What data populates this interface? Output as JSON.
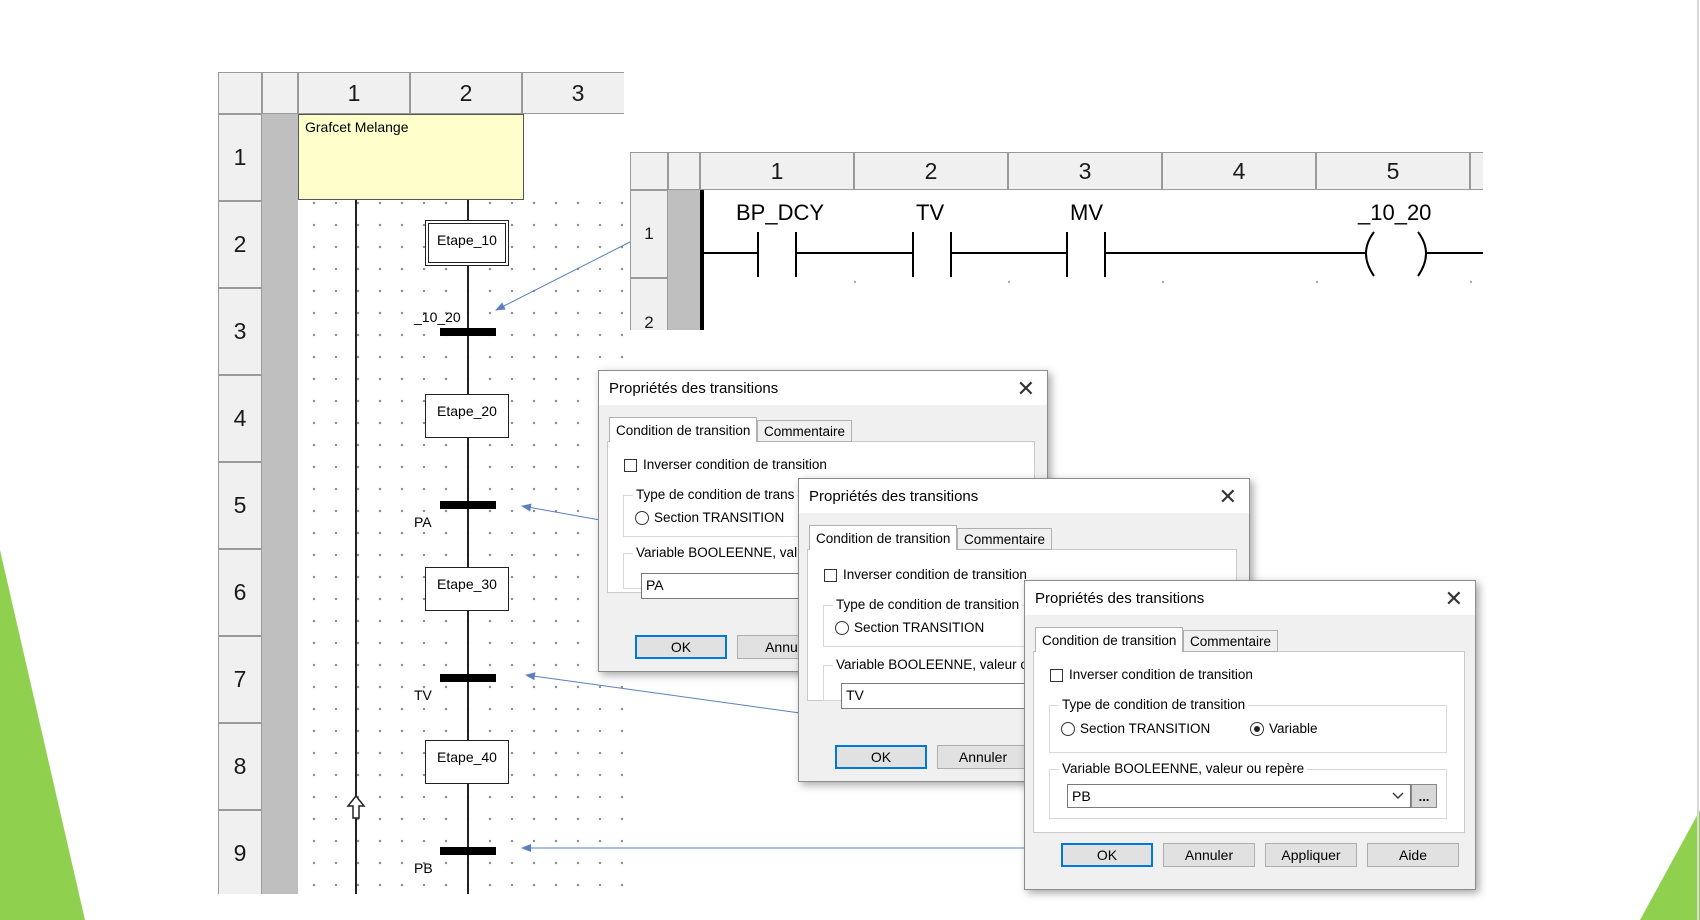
{
  "grafcet": {
    "col_headers": [
      "1",
      "2",
      "3"
    ],
    "row_headers": [
      "1",
      "2",
      "3",
      "4",
      "5",
      "6",
      "7",
      "8",
      "9"
    ],
    "comment_title": "Grafcet  Melange",
    "steps": [
      "Etape_10",
      "Etape_20",
      "Etape_30",
      "Etape_40"
    ],
    "transitions": [
      "_10_20",
      "PA",
      "TV",
      "PB"
    ]
  },
  "ladder": {
    "col_headers": [
      "1",
      "2",
      "3",
      "4",
      "5"
    ],
    "row_headers": [
      "1",
      "2"
    ],
    "contacts": [
      "BP_DCY",
      "TV",
      "MV"
    ],
    "coil": "_10_20"
  },
  "dialogs": [
    {
      "title": "Propriétés des transitions",
      "close": "✕",
      "tabs": [
        "Condition de transition",
        "Commentaire"
      ],
      "invert_label": "Inverser condition de transition",
      "type_group": "Type de condition de trans",
      "radio_section": "Section TRANSITION",
      "var_group": "Variable BOOLEENNE, val",
      "value": "PA",
      "ok": "OK",
      "cancel": "Annul"
    },
    {
      "title": "Propriétés des transitions",
      "close": "✕",
      "tabs": [
        "Condition de transition",
        "Commentaire"
      ],
      "invert_label": "Inverser condition de transition",
      "type_group": "Type de condition de transition",
      "radio_section": "Section TRANSITION",
      "var_group": "Variable BOOLEENNE, valeur o",
      "value": "TV",
      "ok": "OK",
      "cancel": "Annuler"
    },
    {
      "title": "Propriétés des transitions",
      "close": "✕",
      "tabs": [
        "Condition de transition",
        "Commentaire"
      ],
      "invert_label": "Inverser condition de transition",
      "type_group": "Type de condition de transition",
      "radio_section": "Section TRANSITION",
      "radio_variable": "Variable",
      "var_group": "Variable BOOLEENNE, valeur ou repère",
      "value": "PB",
      "browse": "...",
      "ok": "OK",
      "cancel": "Annuler",
      "apply": "Appliquer",
      "help": "Aide"
    }
  ],
  "colors": {
    "comment_bg": "#ffffcc",
    "accent_green": "#8fd14f",
    "arrow_blue": "#5b7fbf"
  }
}
